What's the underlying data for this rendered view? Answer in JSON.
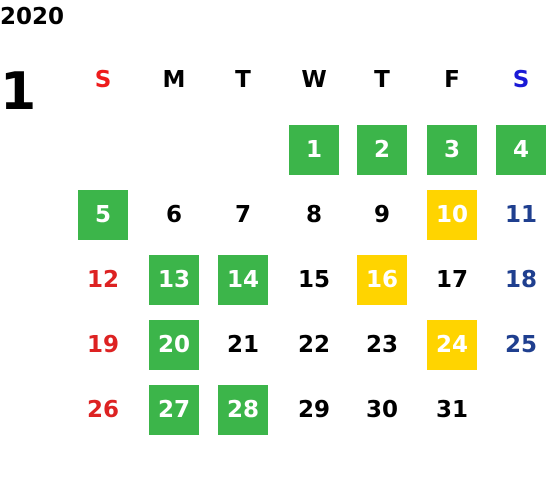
{
  "calendar": {
    "year": "2020",
    "month": "1",
    "weekdays": [
      {
        "label": "S",
        "color": "#ee1c1c"
      },
      {
        "label": "M",
        "color": "#000000"
      },
      {
        "label": "T",
        "color": "#000000"
      },
      {
        "label": "W",
        "color": "#000000"
      },
      {
        "label": "T",
        "color": "#000000"
      },
      {
        "label": "F",
        "color": "#000000"
      },
      {
        "label": "S",
        "color": "#1a1ad6"
      }
    ],
    "colors": {
      "green": "#3cb54a",
      "yellow": "#ffd400",
      "sunday_red": "#dd2222",
      "saturday_blue": "#1f3f8f",
      "weekday_black": "#000000"
    },
    "days": [
      {
        "label": "1",
        "highlight": "green"
      },
      {
        "label": "2",
        "highlight": "green"
      },
      {
        "label": "3",
        "highlight": "green"
      },
      {
        "label": "4",
        "highlight": "green"
      },
      {
        "label": "5",
        "highlight": "green"
      },
      {
        "label": "6",
        "highlight": ""
      },
      {
        "label": "7",
        "highlight": ""
      },
      {
        "label": "8",
        "highlight": ""
      },
      {
        "label": "9",
        "highlight": ""
      },
      {
        "label": "10",
        "highlight": "yellow"
      },
      {
        "label": "11",
        "highlight": ""
      },
      {
        "label": "12",
        "highlight": ""
      },
      {
        "label": "13",
        "highlight": "green"
      },
      {
        "label": "14",
        "highlight": "green"
      },
      {
        "label": "15",
        "highlight": ""
      },
      {
        "label": "16",
        "highlight": "yellow"
      },
      {
        "label": "17",
        "highlight": ""
      },
      {
        "label": "18",
        "highlight": ""
      },
      {
        "label": "19",
        "highlight": ""
      },
      {
        "label": "20",
        "highlight": "green"
      },
      {
        "label": "21",
        "highlight": ""
      },
      {
        "label": "22",
        "highlight": ""
      },
      {
        "label": "23",
        "highlight": ""
      },
      {
        "label": "24",
        "highlight": "yellow"
      },
      {
        "label": "25",
        "highlight": ""
      },
      {
        "label": "26",
        "highlight": ""
      },
      {
        "label": "27",
        "highlight": "green"
      },
      {
        "label": "28",
        "highlight": "green"
      },
      {
        "label": "29",
        "highlight": ""
      },
      {
        "label": "30",
        "highlight": ""
      },
      {
        "label": "31",
        "highlight": ""
      }
    ]
  }
}
